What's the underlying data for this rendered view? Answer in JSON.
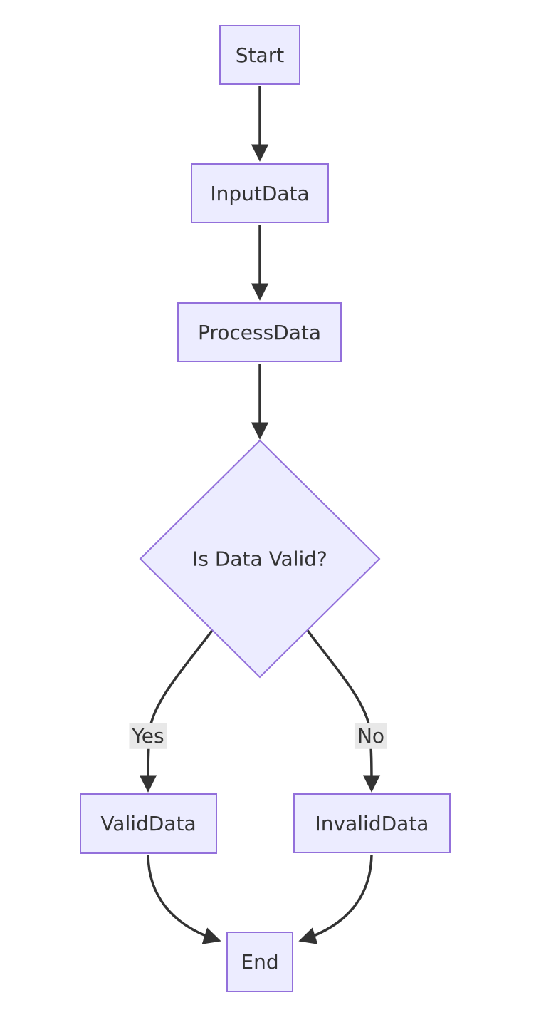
{
  "diagram": {
    "type": "flowchart",
    "direction": "top-down",
    "nodes": [
      {
        "id": "start",
        "label": "Start",
        "shape": "rectangle"
      },
      {
        "id": "input",
        "label": "InputData",
        "shape": "rectangle"
      },
      {
        "id": "process",
        "label": "ProcessData",
        "shape": "rectangle"
      },
      {
        "id": "decision",
        "label": "Is Data Valid?",
        "shape": "diamond"
      },
      {
        "id": "valid",
        "label": "ValidData",
        "shape": "rectangle"
      },
      {
        "id": "invalid",
        "label": "InvalidData",
        "shape": "rectangle"
      },
      {
        "id": "end",
        "label": "End",
        "shape": "rectangle"
      }
    ],
    "edges": [
      {
        "from": "Start",
        "to": "InputData",
        "label": ""
      },
      {
        "from": "InputData",
        "to": "ProcessData",
        "label": ""
      },
      {
        "from": "ProcessData",
        "to": "Is Data Valid?",
        "label": ""
      },
      {
        "from": "Is Data Valid?",
        "to": "ValidData",
        "label": "Yes"
      },
      {
        "from": "Is Data Valid?",
        "to": "InvalidData",
        "label": "No"
      },
      {
        "from": "ValidData",
        "to": "End",
        "label": ""
      },
      {
        "from": "InvalidData",
        "to": "End",
        "label": ""
      }
    ],
    "colors": {
      "node_fill": "#ECECFF",
      "node_border": "#9370DB",
      "text": "#333333",
      "edge": "#333333",
      "edge_label_bg": "#e8e8e8",
      "background": "#ffffff"
    }
  }
}
